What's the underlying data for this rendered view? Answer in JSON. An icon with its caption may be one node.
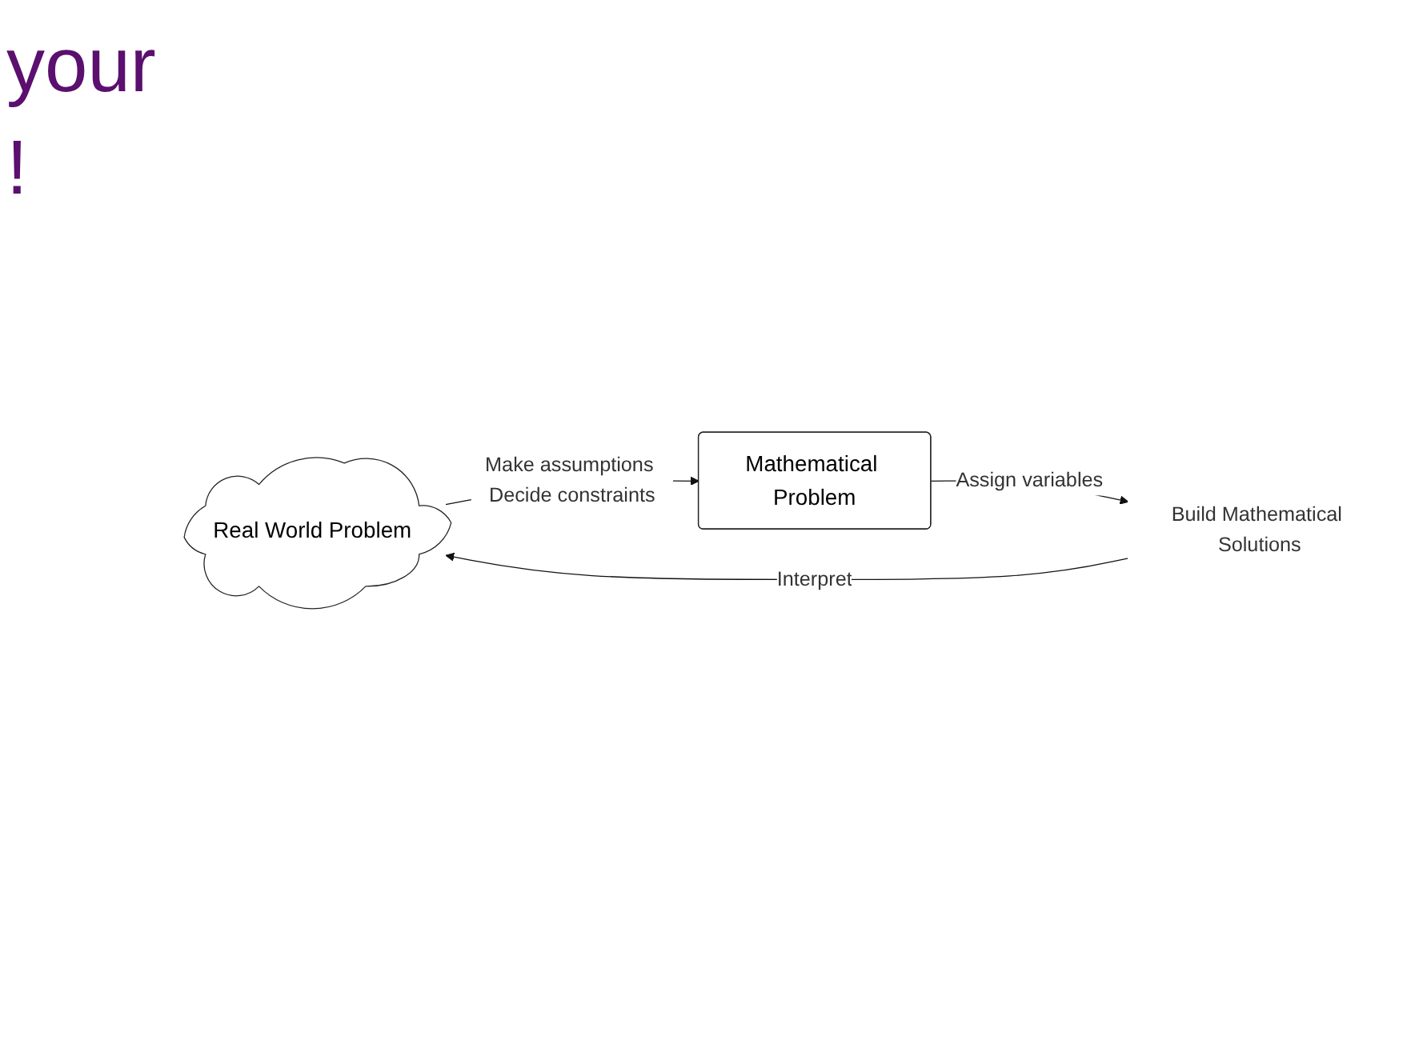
{
  "diagram": {
    "nodes": [
      {
        "text": [
          "Real World Problem"
        ]
      },
      {
        "text": [
          "Mathematical Problem"
        ]
      },
      {
        "text": [
          "Build Mathematical Solutions"
        ]
      }
    ],
    "edges": [
      {
        "from": 0,
        "to": 1,
        "arrow": "to",
        "label": "Make assumptions Decide constraints"
      },
      {
        "from": 1,
        "to": 2,
        "arrow": "to",
        "label": "Assign variables"
      },
      {
        "from": 2,
        "to": 0,
        "arrow": "to",
        "label": "Interpret"
      }
    ],
    "labels": [
      "your",
      "!"
    ]
  }
}
